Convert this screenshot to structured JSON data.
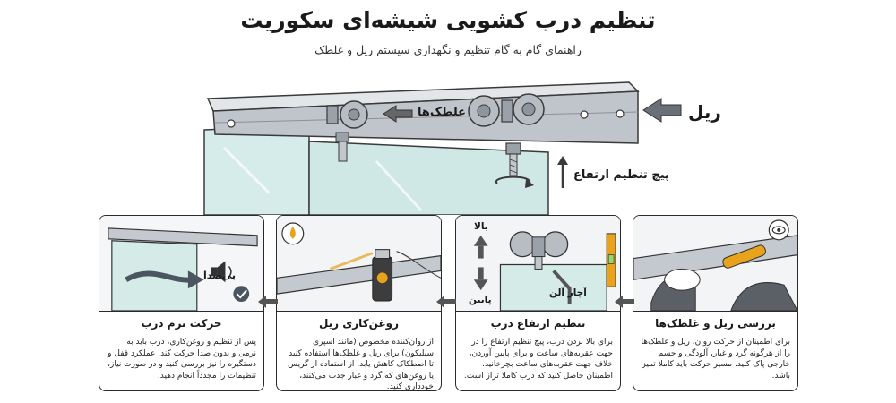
{
  "header": {
    "title": "تنظیم درب کشویی شیشه‌ای سکوریت",
    "subtitle": "راهنمای گام به گام تنظیم و نگهداری سیستم ریل و غلطک"
  },
  "main_labels": {
    "rail": "ریل",
    "rollers": "غلطک‌ها",
    "height_screw": "پیچ تنظیم ارتفاع"
  },
  "panels": [
    {
      "title": "حرکت نرم درب",
      "desc": "پس از تنظیم و روغن‌کاری، درب باید به نرمی و بدون صدا حرکت کند. عملکرد قفل و دستگیره را نیز بررسی کنید و در صورت نیاز، تنظیمات را مجدداً انجام دهید.",
      "label": "بی‌صدا"
    },
    {
      "title": "روغن‌کاری ریل",
      "desc": "از روان‌کننده مخصوص (مانند اسپری سیلیکون) برای ریل و غلطک‌ها استفاده کنید تا اصطکاک کاهش یابد. از استفاده از گریس یا روغن‌های که گرد و غبار جذب می‌کنند، خودداری کنید."
    },
    {
      "title": "تنظیم ارتفاع درب",
      "desc": "برای بالا بردن درب، پیچ تنظیم ارتفاع را در جهت عقربه‌های ساعت و برای پایین آوردن، خلاف جهت عقربه‌های ساعت بچرخانید. اطمینان حاصل کنید که درب کاملا تراز است.",
      "up": "بالا",
      "down": "پایین",
      "allen": "آچار آلن"
    },
    {
      "title": "بررسی ریل و غلطک‌ها",
      "desc": "برای اطمینان از حرکت روان، ریل و غلطک‌ها را از هرگونه گرد و غبار، آلودگی و جسم خارجی پاک کنید. مسیر حرکت باید کاملا تمیز باشد."
    }
  ],
  "colors": {
    "rail": "#c9ced3",
    "glass": "#cfe8e6",
    "check": "#4a5560",
    "oil": "#e8a21b"
  }
}
